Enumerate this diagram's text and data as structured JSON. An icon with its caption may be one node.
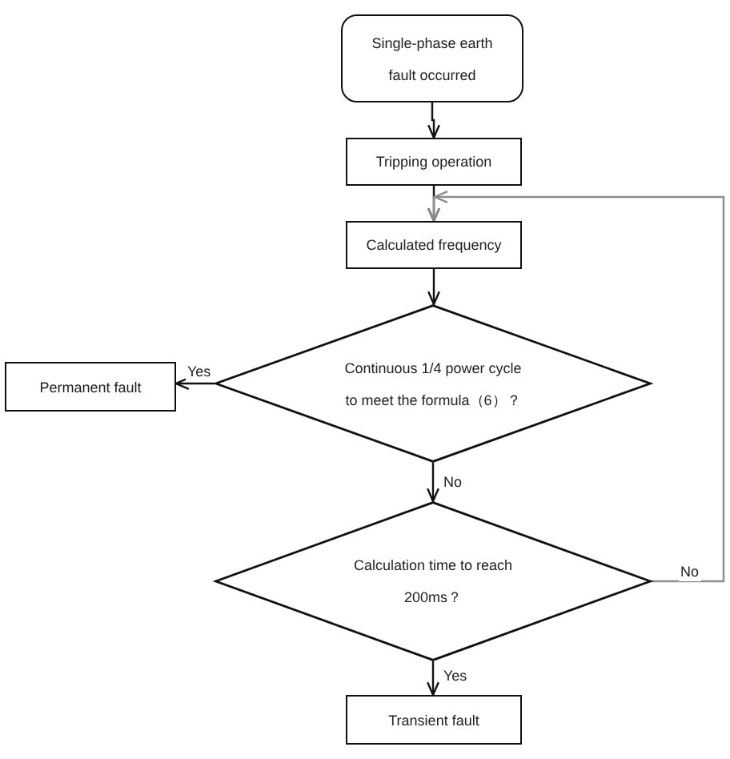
{
  "diagram": {
    "nodes": [
      {
        "text": [
          "Single-phase earth fault occurred"
        ]
      },
      {
        "text": [
          "Tripping operation"
        ]
      },
      {
        "text": [
          "Calculated frequency"
        ]
      },
      {
        "text": [
          "Continuous 1/4 power cycle to meet the formula（6）？"
        ]
      },
      {
        "text": [
          "Permanent fault"
        ]
      },
      {
        "text": [
          "Calculation time to reach 200ms？"
        ]
      },
      {
        "text": [
          "Transient fault"
        ]
      }
    ],
    "edges": [
      {
        "from": 0,
        "to": 1,
        "arrow": "to"
      },
      {
        "from": 1,
        "to": 2,
        "arrow": "to"
      },
      {
        "from": 2,
        "to": 3,
        "arrow": "to"
      },
      {
        "from": 3,
        "to": 4,
        "arrow": "to",
        "label": "Yes"
      },
      {
        "from": 3,
        "to": 5,
        "arrow": "to",
        "label": "No"
      },
      {
        "from": 5,
        "to": 2,
        "arrow": "to",
        "label": "No",
        "color": "#8c8c8c"
      },
      {
        "from": 5,
        "to": 6,
        "arrow": "to",
        "label": "Yes"
      }
    ]
  }
}
